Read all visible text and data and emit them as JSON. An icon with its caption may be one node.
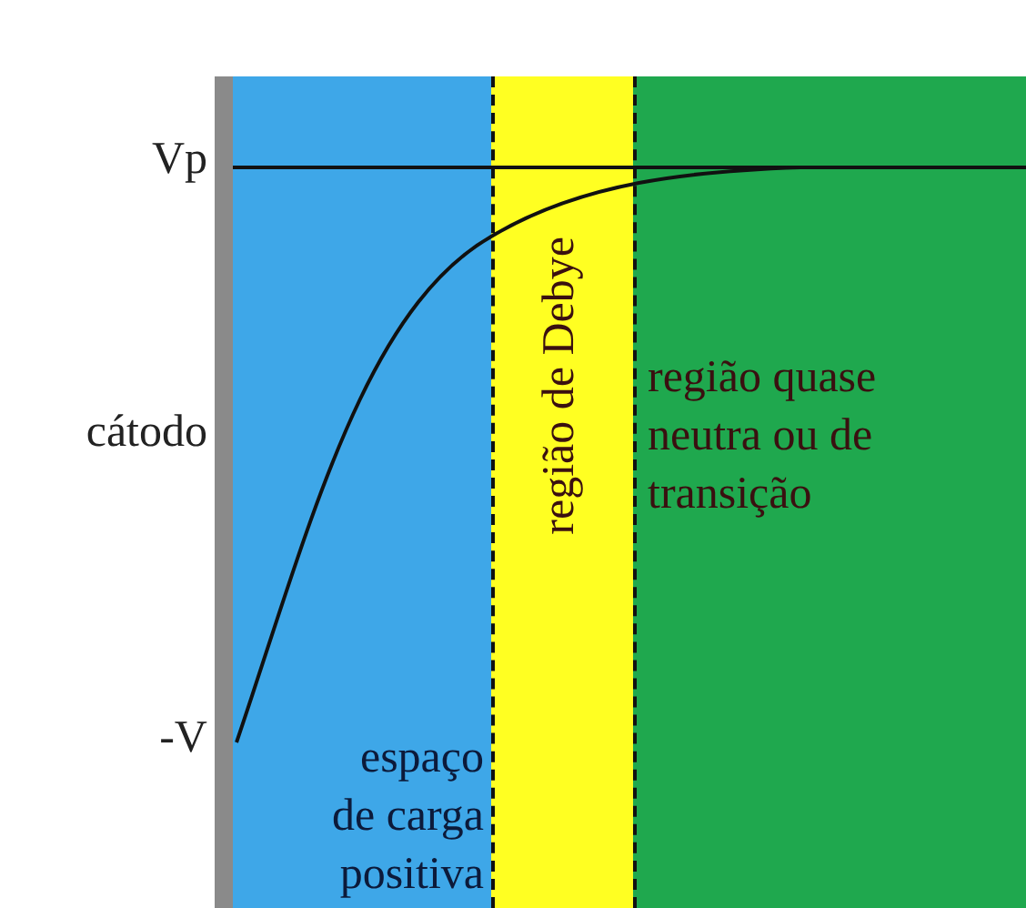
{
  "diagram": {
    "nodes": [
      {
        "text": [
          "espaço de carga positiva"
        ]
      },
      {
        "text": [
          "região de Debye"
        ]
      },
      {
        "text": [
          "região quase neutra ou de transição"
        ]
      }
    ],
    "labels": [
      "Vp",
      "cátodo",
      "-V"
    ]
  }
}
